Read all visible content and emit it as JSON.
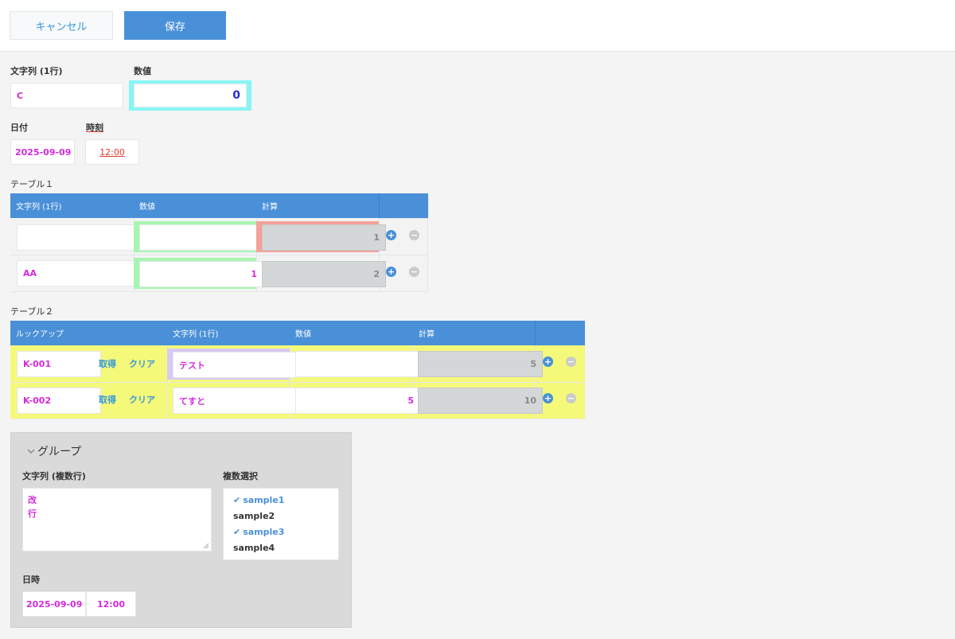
{
  "toolbar": {
    "cancel_label": "キャンセル",
    "save_label": "保存"
  },
  "form": {
    "single_line": {
      "label": "文字列 (1行)",
      "value": "C"
    },
    "number": {
      "label": "数値",
      "value": "0"
    },
    "date": {
      "label": "日付",
      "value": "2025-09-09"
    },
    "time": {
      "label": "時刻",
      "value": "12:00"
    }
  },
  "table1": {
    "title": "テーブル１",
    "headers": [
      "文字列 (1行)",
      "数値",
      "計算"
    ],
    "rows": [
      {
        "text": "",
        "number": "",
        "calc": "1"
      },
      {
        "text": "AA",
        "number": "1",
        "calc": "2"
      }
    ]
  },
  "table2": {
    "title": "テーブル２",
    "headers": [
      "ルックアップ",
      "文字列 (1行)",
      "数値",
      "計算"
    ],
    "lookup_get": "取得",
    "lookup_clear": "クリア",
    "rows": [
      {
        "lookup": "K-001",
        "text": "テスト",
        "number": "",
        "calc": "5"
      },
      {
        "lookup": "K-002",
        "text": "てすと",
        "number": "5",
        "calc": "10"
      }
    ]
  },
  "group": {
    "title": "グループ",
    "multiline": {
      "label": "文字列 (複数行)",
      "lines": [
        "改",
        "行"
      ]
    },
    "multiselect": {
      "label": "複数選択",
      "options": [
        {
          "label": "sample1",
          "selected": true
        },
        {
          "label": "sample2",
          "selected": false
        },
        {
          "label": "sample3",
          "selected": true
        },
        {
          "label": "sample4",
          "selected": false
        }
      ]
    },
    "datetime": {
      "label": "日時",
      "date": "2025-09-09",
      "time": "12:00"
    }
  },
  "icons": {
    "add": "plus-circle-icon",
    "remove": "minus-circle-icon",
    "check": "check-icon",
    "collapse": "chevron-down-icon"
  },
  "colors": {
    "primary": "#4a90d9",
    "value_text": "#d42adb",
    "lookup_row_bg": "#f5f97a",
    "number_highlight": "#88f5f5",
    "table_number_highlight": "#a7f5b0",
    "calc_highlight": "#f4a19a",
    "text_highlight": "#d8c9f9",
    "time_text": "#e03c31"
  }
}
